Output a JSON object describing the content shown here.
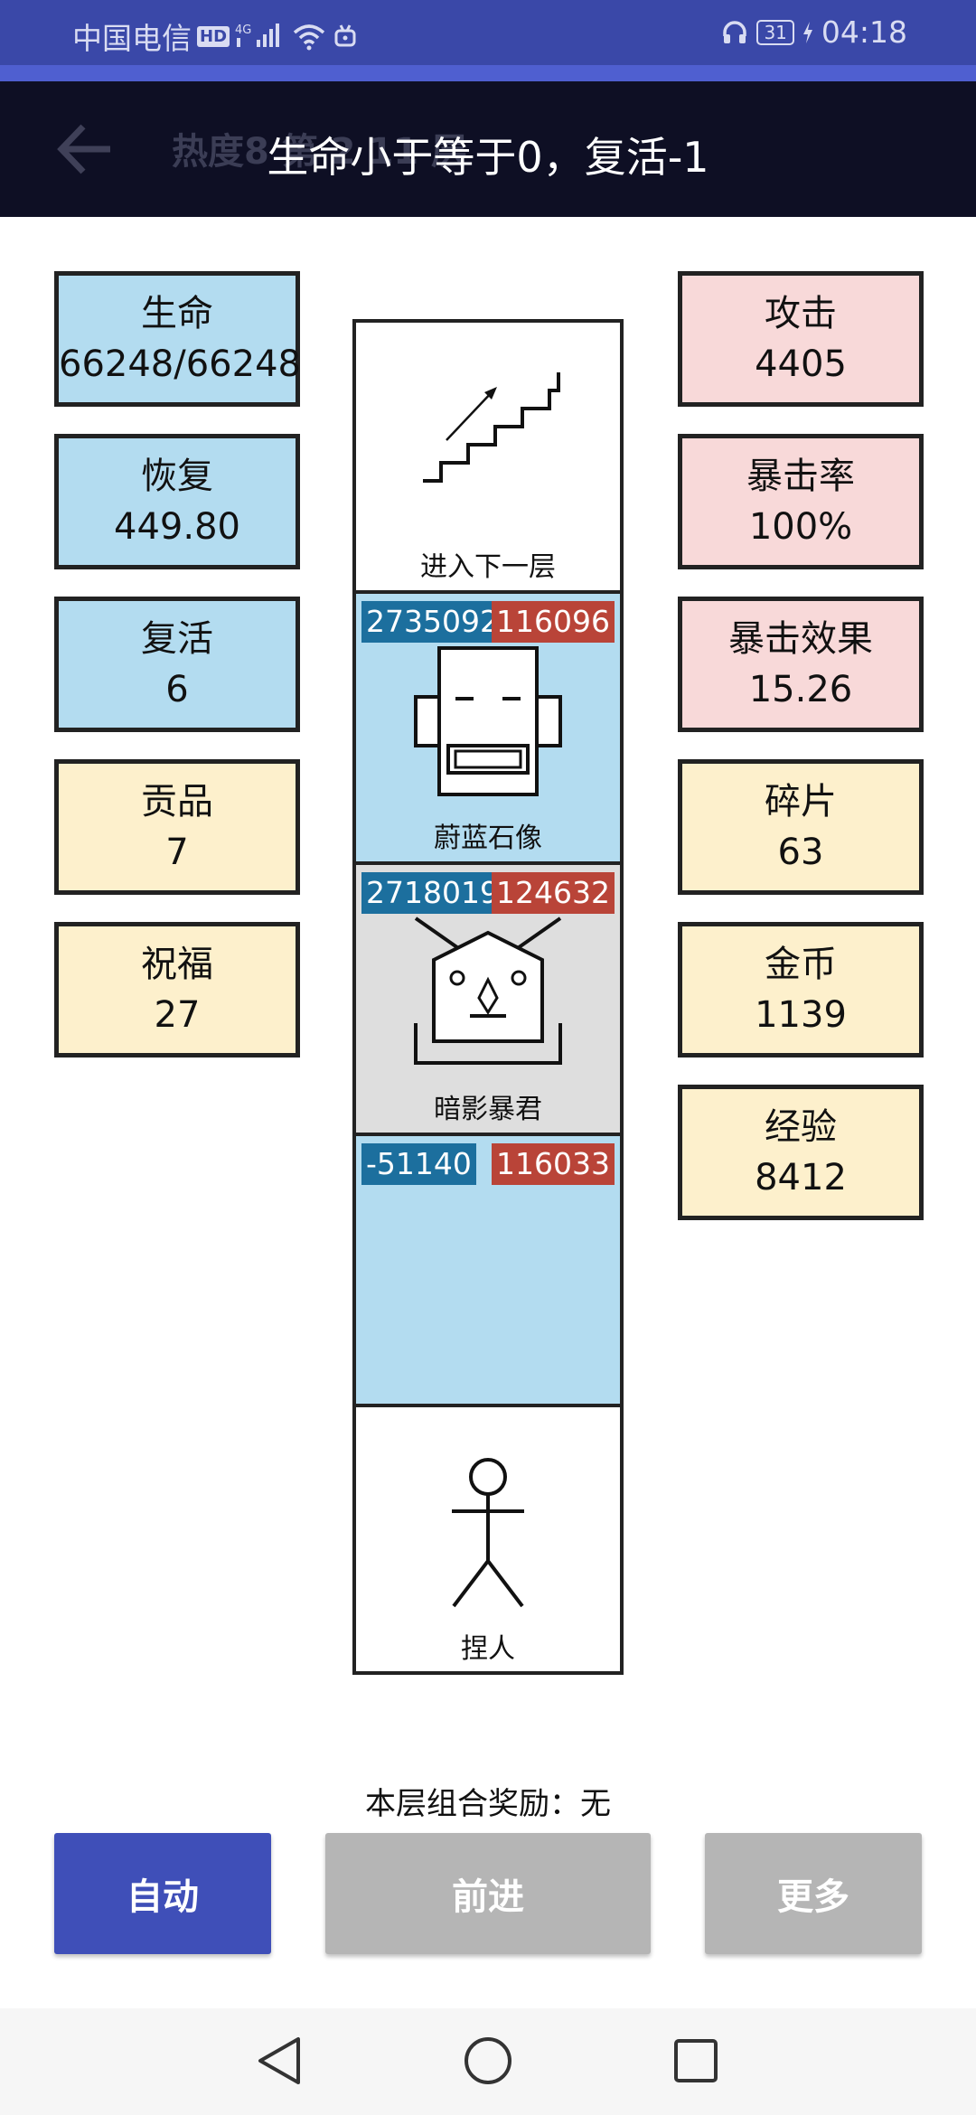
{
  "status_bar": {
    "carrier": "中国电信",
    "hd": "HD",
    "network": "4G",
    "battery": "31",
    "time": "04:18"
  },
  "app_bar": {
    "ghost_title": "热度8  第 2 11 层",
    "toast": "生命小于等于0，复活-1"
  },
  "stats_left": [
    {
      "label": "生命",
      "value": "66248/66248"
    },
    {
      "label": "恢复",
      "value": "449.80"
    },
    {
      "label": "复活",
      "value": "6"
    },
    {
      "label": "贡品",
      "value": "7"
    },
    {
      "label": "祝福",
      "value": "27"
    }
  ],
  "stats_right": [
    {
      "label": "攻击",
      "value": "4405"
    },
    {
      "label": "暴击率",
      "value": "100%"
    },
    {
      "label": "暴击效果",
      "value": "15.26"
    },
    {
      "label": "碎片",
      "value": "63"
    },
    {
      "label": "金币",
      "value": "1139"
    },
    {
      "label": "经验",
      "value": "8412"
    }
  ],
  "tower": {
    "cells": [
      {
        "label": "进入下一层",
        "icon": "stairs-icon"
      },
      {
        "label": "蔚蓝石像",
        "hp": "2735092",
        "atk": "116096",
        "icon": "robot-statue-icon"
      },
      {
        "label": "暗影暴君",
        "hp": "2718019",
        "atk": "124632",
        "icon": "shadow-tyrant-icon"
      },
      {
        "label": "",
        "hp": "-51140",
        "atk": "116033"
      },
      {
        "label": "捏人",
        "icon": "stick-figure-icon"
      }
    ]
  },
  "bonus": "本层组合奖励：无",
  "buttons": {
    "auto": "自动",
    "forward": "前进",
    "more": "更多"
  },
  "colors": {
    "status_bar": "#3a48a8",
    "app_bar": "#0e0f24",
    "blue_box": "#b3dcf0",
    "pink_box": "#f8d9d9",
    "cream_box": "#fdf0cc",
    "hp_tag": "#1c6f9e",
    "atk_tag": "#b94438",
    "auto_button": "#3f4fb8",
    "disabled_button": "#b5b5b5"
  }
}
